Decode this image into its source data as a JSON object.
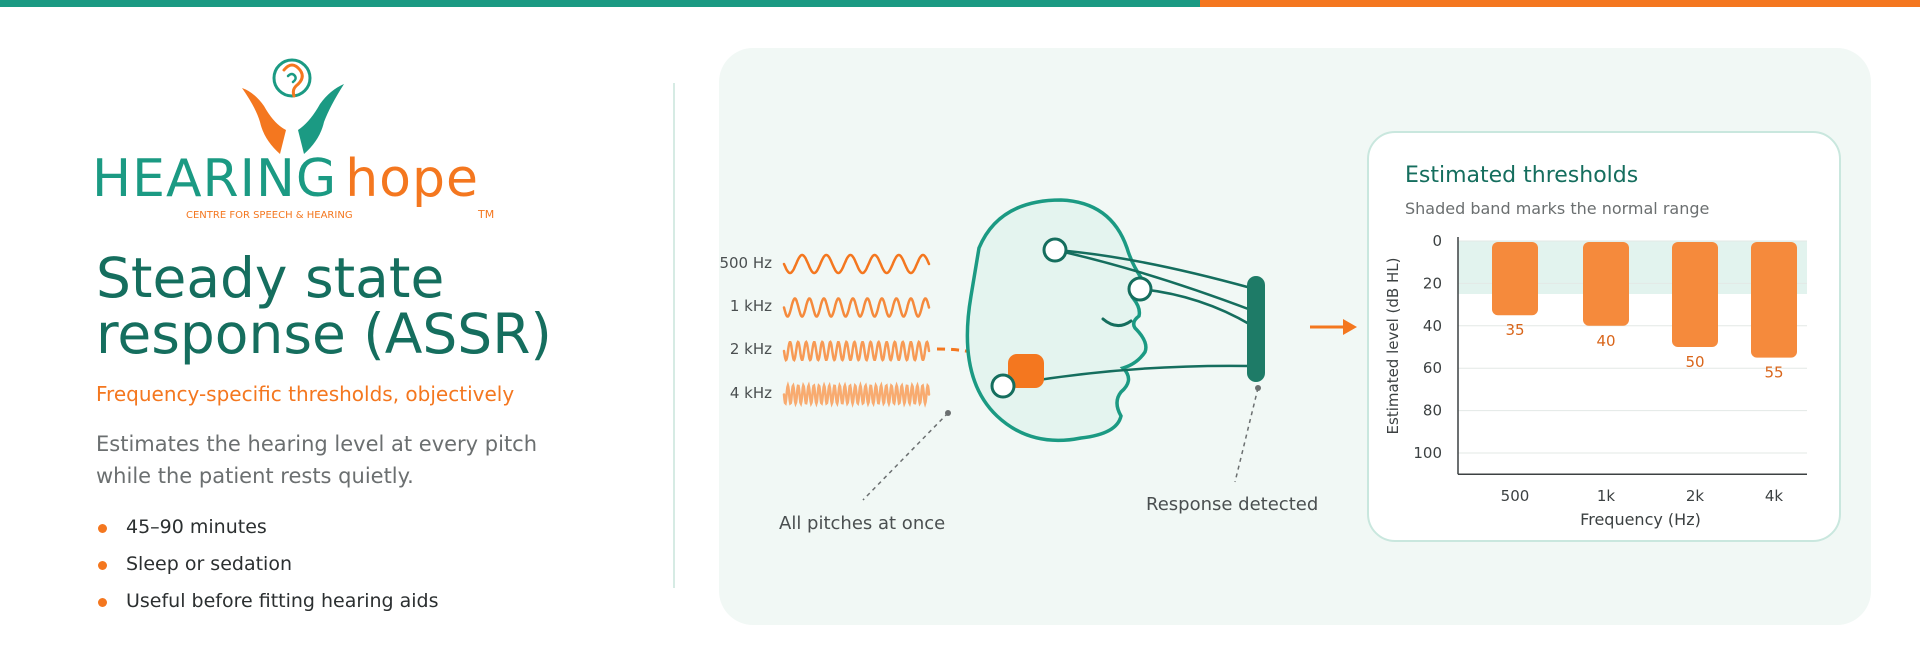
{
  "colors": {
    "teal": "#1b9a83",
    "dark_teal": "#156e5e",
    "orange": "#f4771f",
    "bar_orange": "#f58a3c",
    "panel_bg": "#f1f8f5",
    "band": "#e2f3ee",
    "gray_text": "#6b6f70",
    "dark_text": "#2b2f30"
  },
  "logo": {
    "word_hearing": "HEARING",
    "word_hope": "hope",
    "tagline": "CENTRE FOR SPEECH & HEARING",
    "tm": "TM",
    "mark_icon": "ear-hands-logo-icon"
  },
  "hero": {
    "title": "Steady state response (ASSR)",
    "subtitle": "Frequency-specific thresholds, objectively",
    "description": "Estimates the hearing level at every pitch while the patient rests quietly.",
    "bullets": [
      "45–90 minutes",
      "Sleep or sedation",
      "Useful before fitting hearing aids"
    ]
  },
  "diagram": {
    "tones": [
      {
        "label": "500 Hz",
        "cycles": 6
      },
      {
        "label": "1 kHz",
        "cycles": 10
      },
      {
        "label": "2 kHz",
        "cycles": 18
      },
      {
        "label": "4 kHz",
        "cycles": 28
      }
    ],
    "caption_left": "All pitches at once",
    "caption_right": "Response detected",
    "icons": [
      "wave-icon",
      "head-profile-icon",
      "electrode-icon",
      "earphone-icon",
      "recorder-bar-icon",
      "arrow-right-icon"
    ]
  },
  "chart_data": {
    "type": "bar",
    "title": "Estimated thresholds",
    "subtitle": "Shaded band marks the normal range",
    "xlabel": "Frequency (Hz)",
    "ylabel": "Estimated level (dB HL)",
    "categories": [
      "500",
      "1k",
      "2k",
      "4k"
    ],
    "values": [
      35,
      40,
      50,
      55
    ],
    "ylim": [
      0,
      110
    ],
    "y_inverted": true,
    "yticks": [
      0,
      20,
      40,
      60,
      80,
      100
    ],
    "normal_band": [
      0,
      25
    ],
    "grid": true
  }
}
